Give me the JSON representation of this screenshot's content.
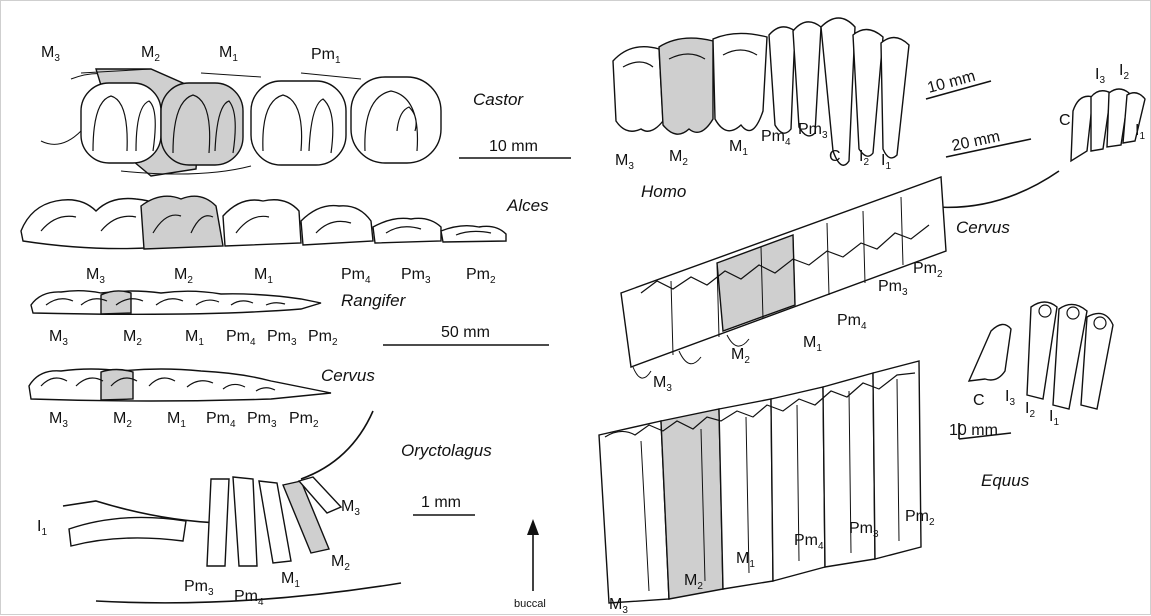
{
  "genera": {
    "castor": "Castor",
    "alces": "Alces",
    "rangifer": "Rangifer",
    "cervus_left": "Cervus",
    "oryctolagus": "Oryctolagus",
    "homo": "Homo",
    "cervus_right": "Cervus",
    "equus": "Equus"
  },
  "scales": {
    "castor": "10 mm",
    "homo": "10 mm",
    "cervus_right": "20 mm",
    "middle": "50 mm",
    "oryctolagus": "1 mm",
    "equus_incisors": "10 mm"
  },
  "direction": {
    "label": "buccal"
  },
  "labels": {
    "castor": [
      {
        "b": "M",
        "s": "3"
      },
      {
        "b": "M",
        "s": "2"
      },
      {
        "b": "M",
        "s": "1"
      },
      {
        "b": "Pm",
        "s": "1"
      }
    ],
    "alces": [
      {
        "b": "M",
        "s": "3"
      },
      {
        "b": "M",
        "s": "2"
      },
      {
        "b": "M",
        "s": "1"
      },
      {
        "b": "Pm",
        "s": "4"
      },
      {
        "b": "Pm",
        "s": "3"
      },
      {
        "b": "Pm",
        "s": "2"
      }
    ],
    "rangifer": [
      {
        "b": "M",
        "s": "3"
      },
      {
        "b": "M",
        "s": "2"
      },
      {
        "b": "M",
        "s": "1"
      },
      {
        "b": "Pm",
        "s": "4"
      },
      {
        "b": "Pm",
        "s": "3"
      },
      {
        "b": "Pm",
        "s": "2"
      }
    ],
    "cervus_left": [
      {
        "b": "M",
        "s": "3"
      },
      {
        "b": "M",
        "s": "2"
      },
      {
        "b": "M",
        "s": "1"
      },
      {
        "b": "Pm",
        "s": "4"
      },
      {
        "b": "Pm",
        "s": "3"
      },
      {
        "b": "Pm",
        "s": "2"
      }
    ],
    "oryctolagus": [
      {
        "b": "I",
        "s": "1"
      },
      {
        "b": "Pm",
        "s": "3"
      },
      {
        "b": "Pm",
        "s": "4"
      },
      {
        "b": "M",
        "s": "1"
      },
      {
        "b": "M",
        "s": "2"
      },
      {
        "b": "M",
        "s": "3"
      }
    ],
    "homo": [
      {
        "b": "M",
        "s": "3"
      },
      {
        "b": "M",
        "s": "2"
      },
      {
        "b": "M",
        "s": "1"
      },
      {
        "b": "Pm",
        "s": "4"
      },
      {
        "b": "Pm",
        "s": "3"
      },
      {
        "b": "C",
        "s": ""
      },
      {
        "b": "I",
        "s": "2"
      },
      {
        "b": "I",
        "s": "1"
      }
    ],
    "cervus_incisors": [
      {
        "b": "I",
        "s": "3"
      },
      {
        "b": "I",
        "s": "2"
      },
      {
        "b": "C",
        "s": ""
      },
      {
        "b": "I",
        "s": "1"
      }
    ],
    "cervus_right": [
      {
        "b": "Pm",
        "s": "2"
      },
      {
        "b": "Pm",
        "s": "3"
      },
      {
        "b": "Pm",
        "s": "4"
      },
      {
        "b": "M",
        "s": "1"
      },
      {
        "b": "M",
        "s": "2"
      },
      {
        "b": "M",
        "s": "3"
      }
    ],
    "equus_incisors": [
      {
        "b": "C",
        "s": ""
      },
      {
        "b": "I",
        "s": "3"
      },
      {
        "b": "I",
        "s": "2"
      },
      {
        "b": "I",
        "s": "1"
      }
    ],
    "equus": [
      {
        "b": "M",
        "s": "3"
      },
      {
        "b": "M",
        "s": "2"
      },
      {
        "b": "M",
        "s": "1"
      },
      {
        "b": "Pm",
        "s": "4"
      },
      {
        "b": "Pm",
        "s": "3"
      },
      {
        "b": "Pm",
        "s": "2"
      }
    ]
  },
  "colors": {
    "shade": "#cfcfcf",
    "ink": "#111111",
    "border": "#cfcfcf"
  }
}
